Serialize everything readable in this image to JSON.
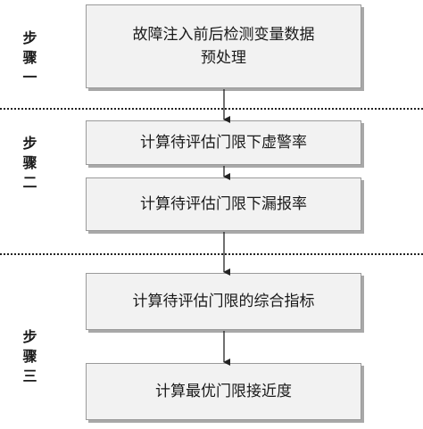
{
  "steps": [
    {
      "label": "步\n骤\n一"
    },
    {
      "label": "步\n骤\n二"
    },
    {
      "label": "步\n骤\n三"
    }
  ],
  "boxes": [
    {
      "text": "故障注入前后检测变量数据\n预处理"
    },
    {
      "text": "计算待评估门限下虚警率"
    },
    {
      "text": "计算待评估门限下漏报率"
    },
    {
      "text": "计算待评估门限的综合指标"
    },
    {
      "text": "计算最优门限接近度"
    }
  ]
}
